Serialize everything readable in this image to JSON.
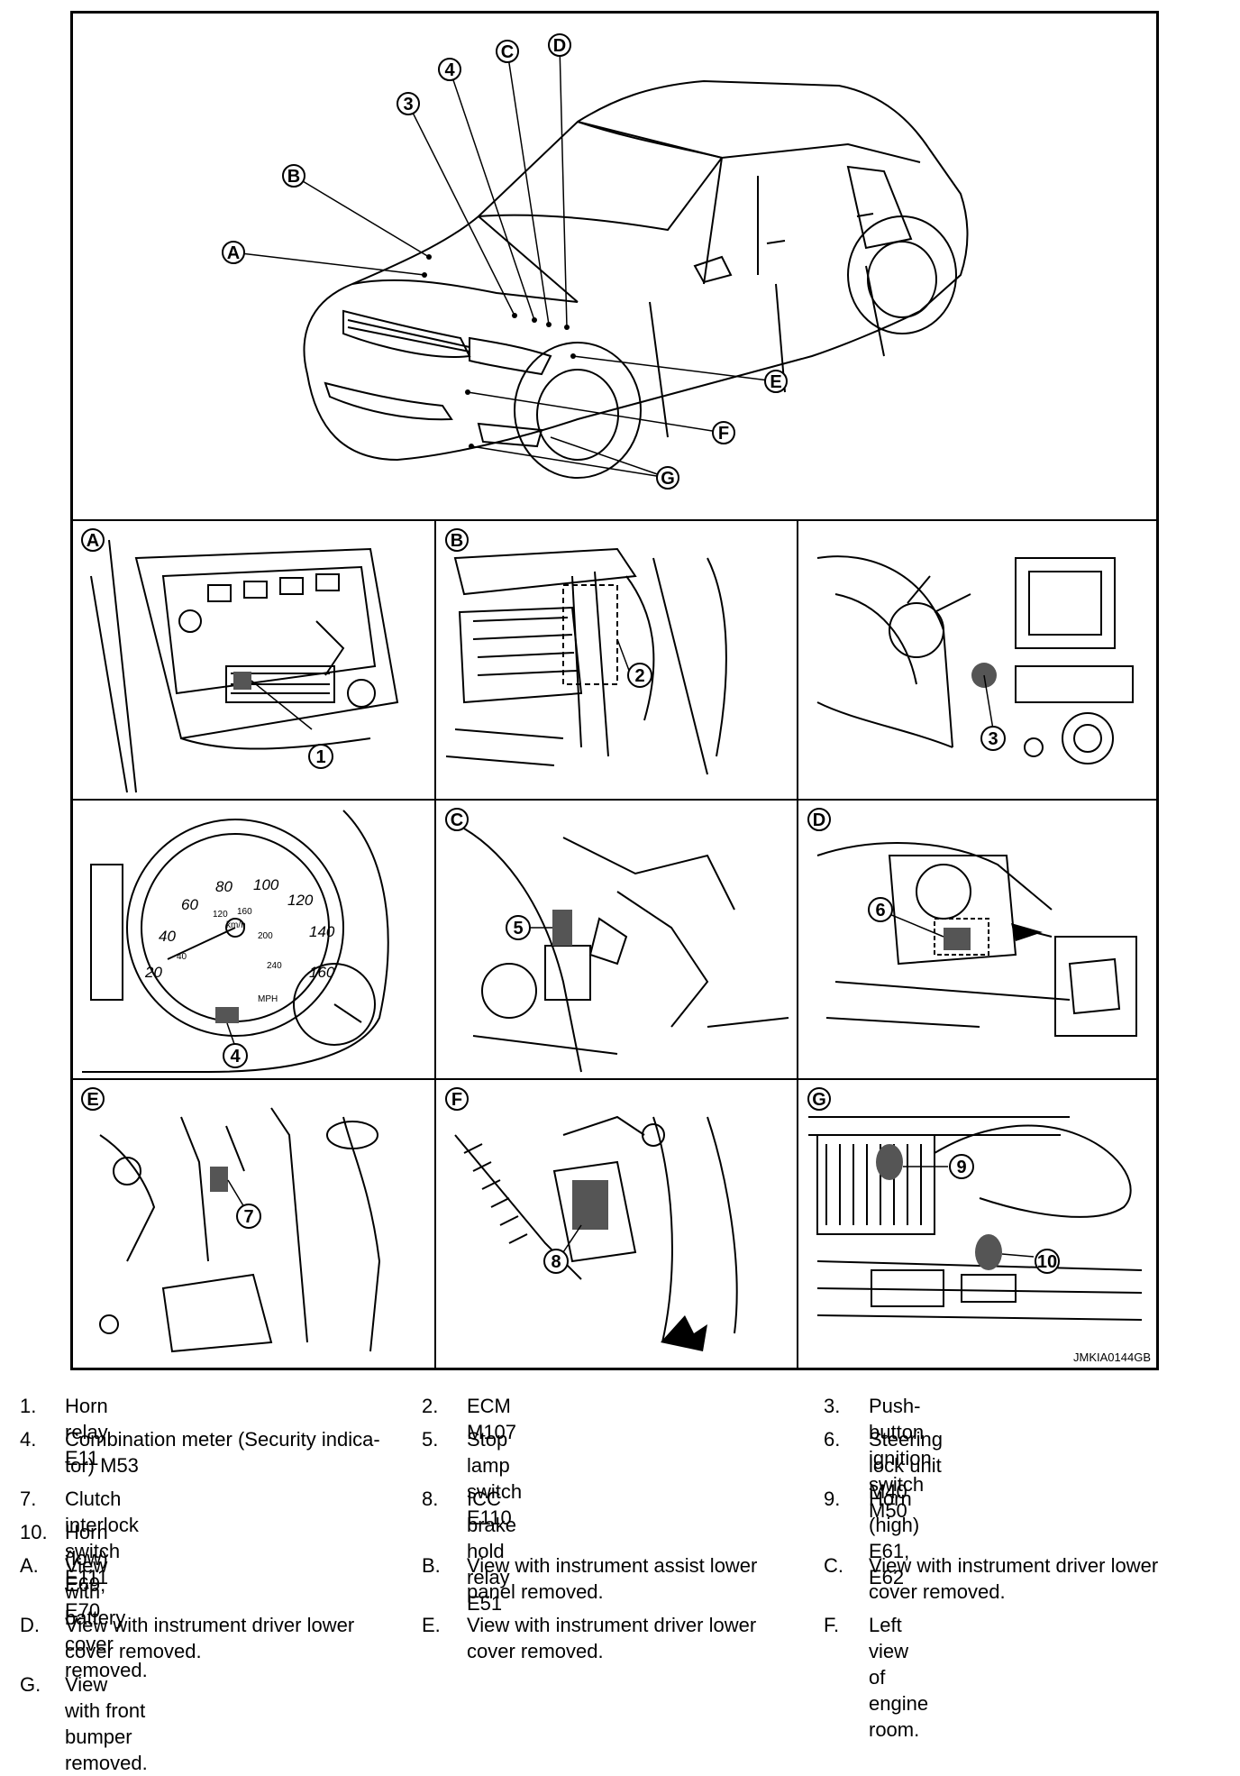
{
  "figure": {
    "ref_code": "JMKIA0144GB",
    "overview_callouts": [
      "A",
      "B",
      "3",
      "4",
      "C",
      "D",
      "E",
      "F",
      "G"
    ],
    "panels": [
      {
        "id": "A",
        "number": "1"
      },
      {
        "id": "B",
        "number": "2"
      },
      {
        "id": "",
        "number": "3"
      },
      {
        "id": "",
        "number": "4"
      },
      {
        "id": "C",
        "number": "5"
      },
      {
        "id": "D",
        "number": "6"
      },
      {
        "id": "E",
        "number": "7"
      },
      {
        "id": "F",
        "number": "8"
      },
      {
        "id": "G",
        "number": "9",
        "number2": "10"
      }
    ],
    "gauge": {
      "speed_labels": [
        "20",
        "40",
        "60",
        "80",
        "100",
        "120",
        "140",
        "160"
      ],
      "kmh_labels": [
        "40",
        "120",
        "160",
        "200",
        "240"
      ],
      "kmh_unit": "km/h",
      "mph_unit": "MPH"
    }
  },
  "legend": [
    {
      "num": "1.",
      "text": "Horn relay E11"
    },
    {
      "num": "2.",
      "text": "ECM M107"
    },
    {
      "num": "3.",
      "text": "Push-button ignition switch M50"
    },
    {
      "num": "4.",
      "text": "Combination meter (Security indica-",
      "text2": "tor) M53"
    },
    {
      "num": "5.",
      "text": "Stop lamp switch E110"
    },
    {
      "num": "6.",
      "text": "Steering lock unit M40"
    },
    {
      "num": "7.",
      "text": "Clutch interlock switch E111"
    },
    {
      "num": "8.",
      "text": "ICC brake hold relay E51"
    },
    {
      "num": "9.",
      "text": "Horn (high) E61, E62"
    },
    {
      "num": "10.",
      "text": "Horn (low) E69, E70"
    },
    {
      "num": "A.",
      "text": "View with battery cover removed."
    },
    {
      "num": "B.",
      "text": "View with instrument assist lower",
      "text2": "panel removed."
    },
    {
      "num": "C.",
      "text": "View with instrument driver lower",
      "text2": "cover removed."
    },
    {
      "num": "D.",
      "text": "View with instrument driver lower",
      "text2": "cover removed."
    },
    {
      "num": "E.",
      "text": "View with instrument driver lower",
      "text2": "cover removed."
    },
    {
      "num": "F.",
      "text": "Left view of engine room."
    },
    {
      "num": "G.",
      "text": "View with front bumper removed."
    }
  ]
}
